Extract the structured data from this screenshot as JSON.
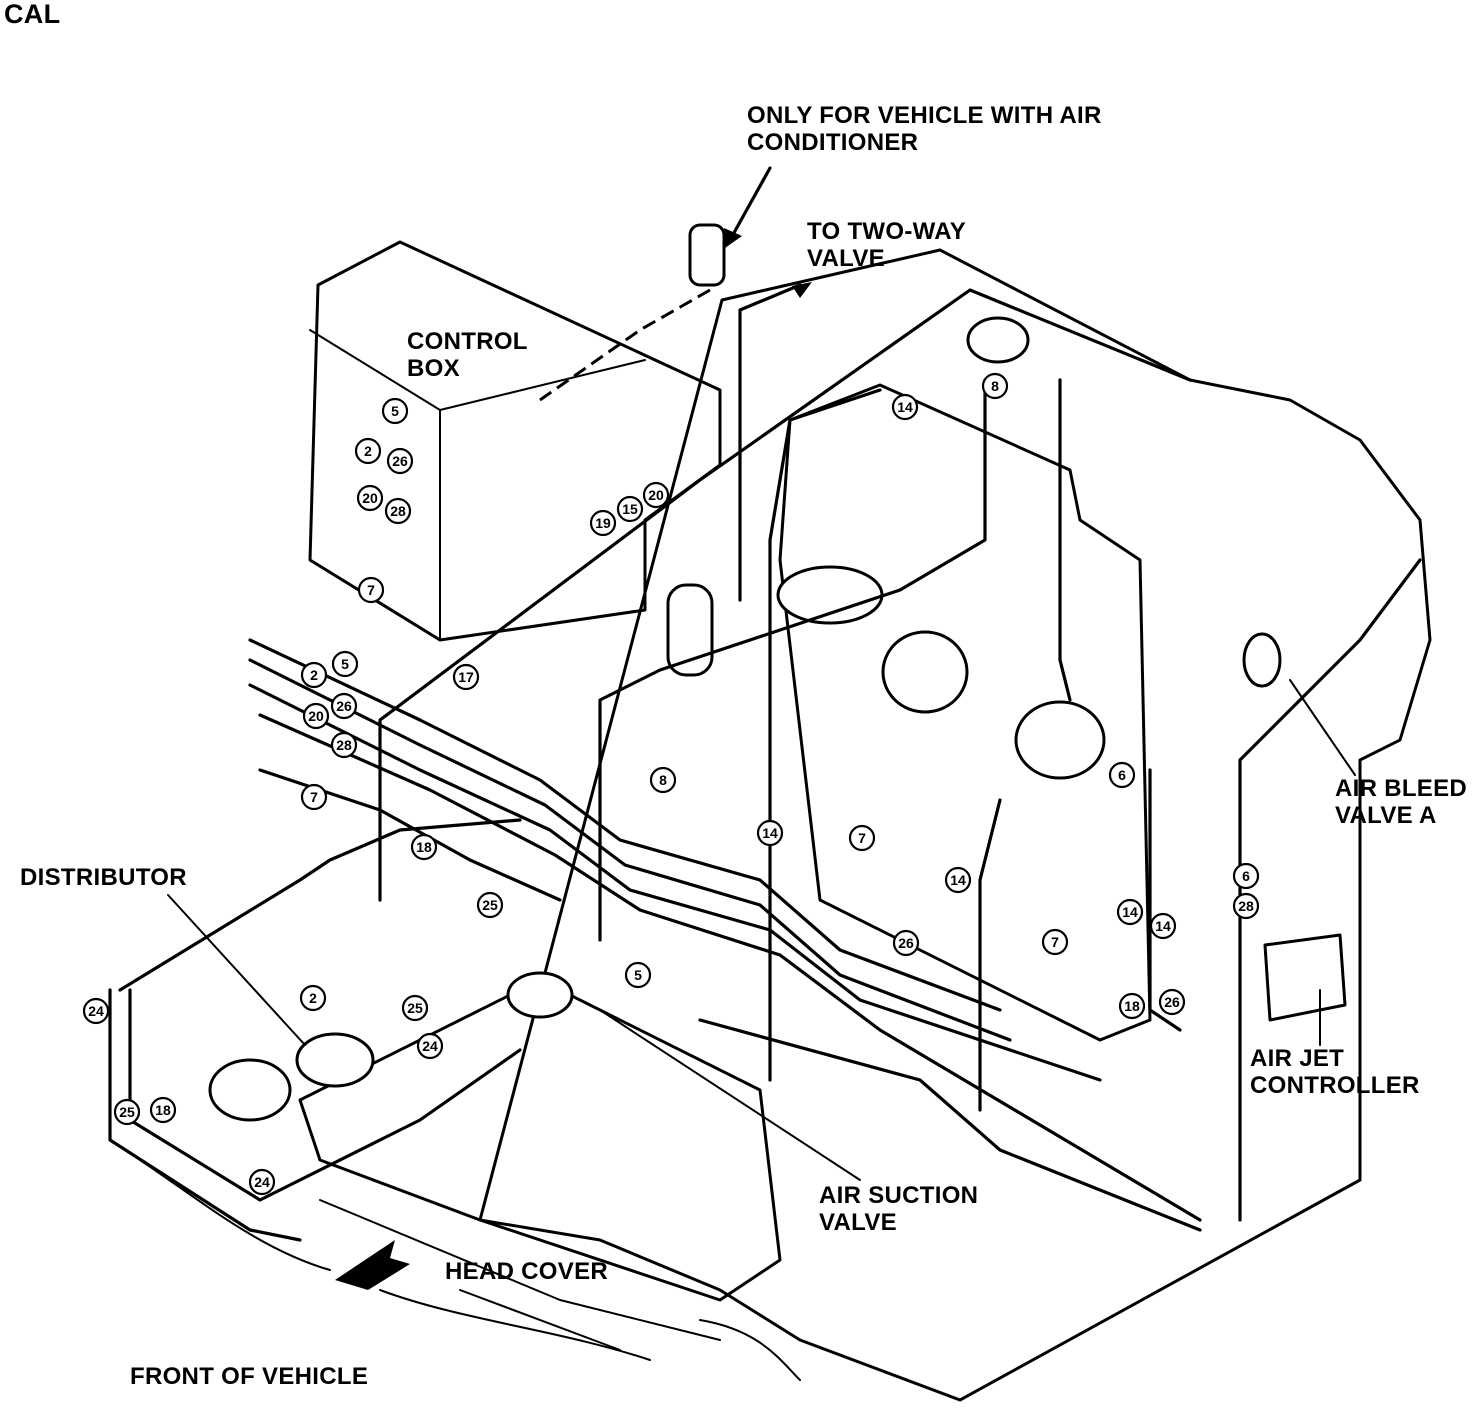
{
  "title": "CAL",
  "labels": {
    "air_conditioner": "ONLY FOR VEHICLE WITH AIR\nCONDITIONER",
    "two_way_valve": "TO TWO-WAY\nVALVE",
    "control_box": "CONTROL\nBOX",
    "distributor": "DISTRIBUTOR",
    "air_bleed_valve": "AIR BLEED\nVALVE A",
    "air_jet_controller": "AIR JET\nCONTROLLER",
    "air_suction_valve": "AIR SUCTION\nVALVE",
    "head_cover": "HEAD COVER",
    "front_of_vehicle": "FRONT OF VEHICLE"
  },
  "hose_numbers": [
    "5",
    "2",
    "26",
    "20",
    "28",
    "7",
    "5",
    "2",
    "26",
    "20",
    "28",
    "7",
    "17",
    "8",
    "14",
    "19",
    "15",
    "20",
    "8",
    "6",
    "6",
    "28",
    "14",
    "7",
    "14",
    "14",
    "7",
    "18",
    "26",
    "18",
    "25",
    "2",
    "25",
    "24",
    "24",
    "25",
    "18",
    "24",
    "5",
    "26",
    "14"
  ],
  "colors": {
    "ink": "#000000",
    "paper": "#ffffff"
  }
}
